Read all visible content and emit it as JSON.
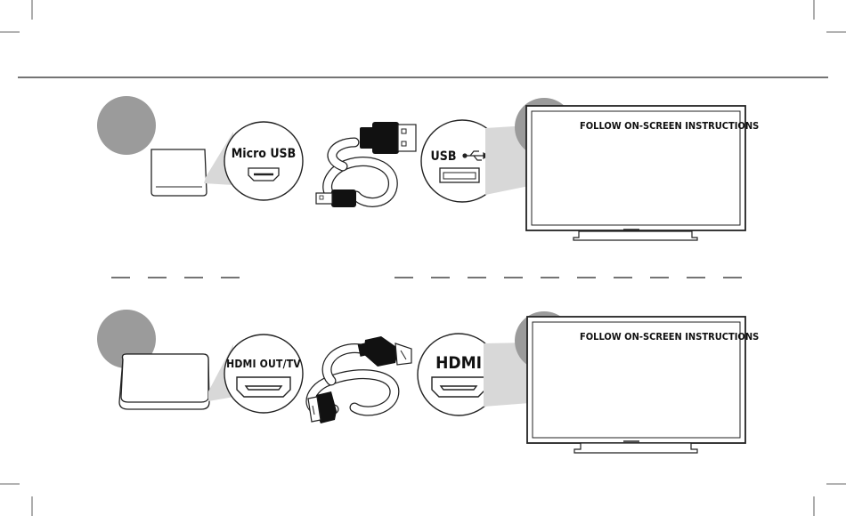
{
  "colors": {
    "line": "#222222",
    "step_circle": "#9b9b9b",
    "zoom_cone": "#d8d8d8",
    "plug": "#111111"
  },
  "step1": {
    "device_port_label": "Micro USB",
    "tv_port_label": "USB",
    "tv_port_icon": "usb-trident-icon",
    "tv_screen_text": "FOLLOW ON-SCREEN INSTRUCTIONS"
  },
  "step2": {
    "device_port_label": "HDMI OUT/TV",
    "tv_port_label": "HDMI",
    "tv_screen_text": "FOLLOW ON-SCREEN INSTRUCTIONS"
  }
}
